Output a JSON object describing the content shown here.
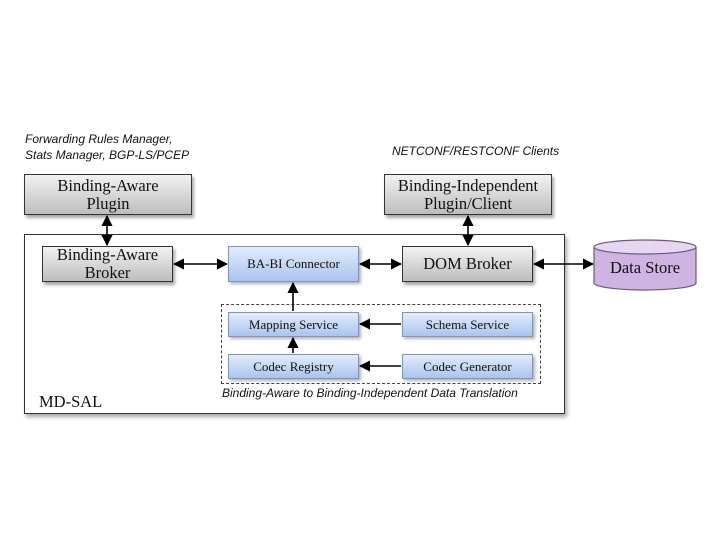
{
  "captions": {
    "plugin_clients_line1": "Forwarding Rules Manager,",
    "plugin_clients_line2": "Stats Manager, BGP-LS/PCEP",
    "bi_clients": "NETCONF/RESTCONF Clients",
    "translation": "Binding-Aware to Binding-Independent Data Translation"
  },
  "boxes": {
    "ba_plugin_line1": "Binding-Aware",
    "ba_plugin_line2": "Plugin",
    "bi_plugin_line1": "Binding-Independent",
    "bi_plugin_line2": "Plugin/Client",
    "ba_broker_line1": "Binding-Aware",
    "ba_broker_line2": "Broker",
    "ba_bi_connector": "BA-BI Connector",
    "dom_broker": "DOM Broker",
    "mapping_service": "Mapping Service",
    "schema_service": "Schema Service",
    "codec_registry": "Codec Registry",
    "codec_generator": "Codec Generator",
    "data_store": "Data Store",
    "md_sal": "MD-SAL"
  },
  "colors": {
    "gray_box_top": "#f2f2f2",
    "gray_box_bottom": "#bdbdbd",
    "blue_box_top": "#e3ecfb",
    "blue_box_bottom": "#aac4ef",
    "data_store_fill": "#d3b8e6",
    "data_store_stroke": "#6b5a7b",
    "arrow": "#000000"
  }
}
